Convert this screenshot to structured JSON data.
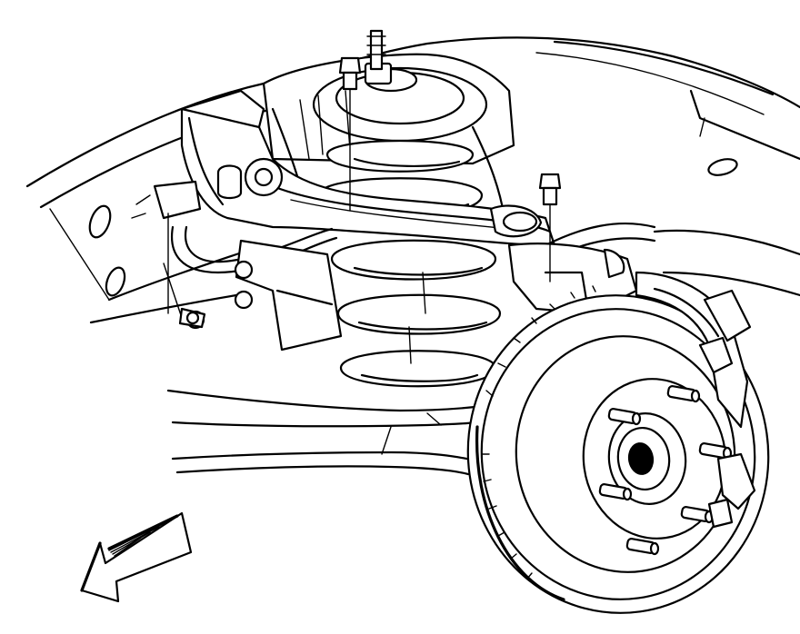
{
  "diagram": {
    "style": "black line-art technical illustration",
    "colors": {
      "line": "#000000",
      "background": "#ffffff"
    },
    "components": [
      "frame-rail",
      "upper-control-arm",
      "coil-spring",
      "shock-mount",
      "mounting-bolt",
      "brake-rotor",
      "wheel-hub",
      "wheel-stud",
      "brake-caliper",
      "lower-control-arm",
      "brake-hose",
      "front-direction-arrow"
    ],
    "bolt_count": 3,
    "wheel_stud_count": 6
  }
}
